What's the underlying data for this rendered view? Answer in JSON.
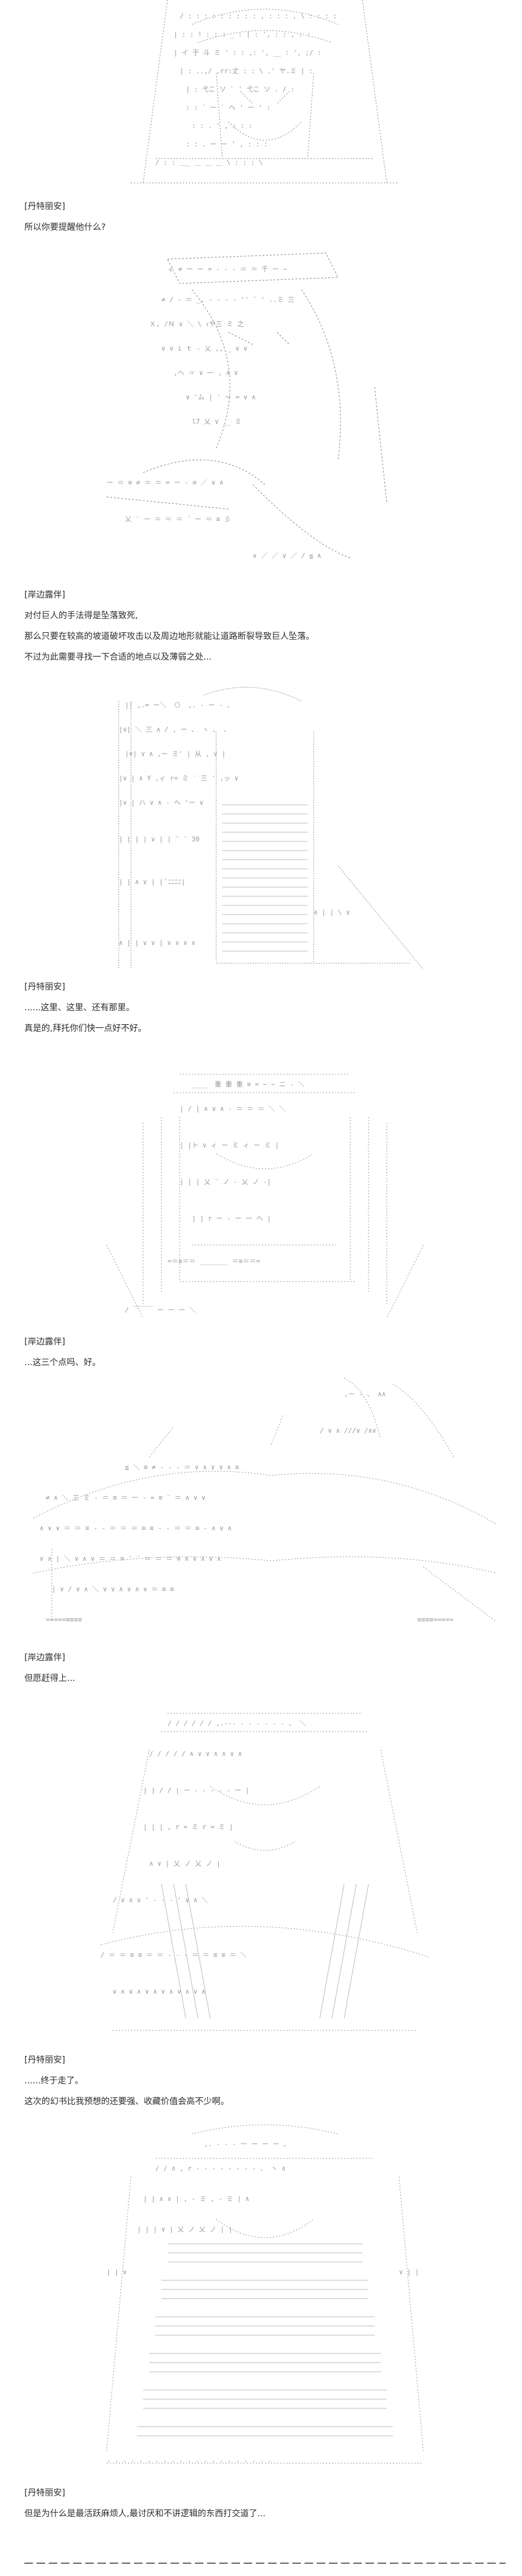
{
  "panels": [
    {
      "speaker": "[丹特丽安]",
      "lines": [
        "所以你要提醒他什么?"
      ]
    },
    {
      "speaker": "[岸边露伴]",
      "lines": [
        "对付巨人的手法得是坠落致死,",
        "那么只要在较高的坡道破坏攻击以及周边地形就能让道路断裂导致巨人坠落。",
        "不过为此需要寻找一下合适的地点以及薄弱之处..."
      ]
    },
    {
      "speaker": "[丹特丽安]",
      "lines": [
        "......这里、这里、还有那里。",
        "真是的,拜托你们快一点好不好。"
      ]
    },
    {
      "speaker": "[岸边露伴]",
      "lines": [
        "...这三个点吗、好。"
      ]
    },
    {
      "speaker": "[岸边露伴]",
      "lines": [
        "但愿赶得上..."
      ]
    },
    {
      "speaker": "[丹特丽安]",
      "lines": [
        "......终于走了。",
        "这次的幻书比我预想的还要强、收藏价值会高不少啊。"
      ]
    },
    {
      "speaker": "[丹特丽安]",
      "lines": [
        "但是为什么是最活跃麻烦人,最讨厌和不讲逻辑的东西打交道了..."
      ]
    }
  ]
}
